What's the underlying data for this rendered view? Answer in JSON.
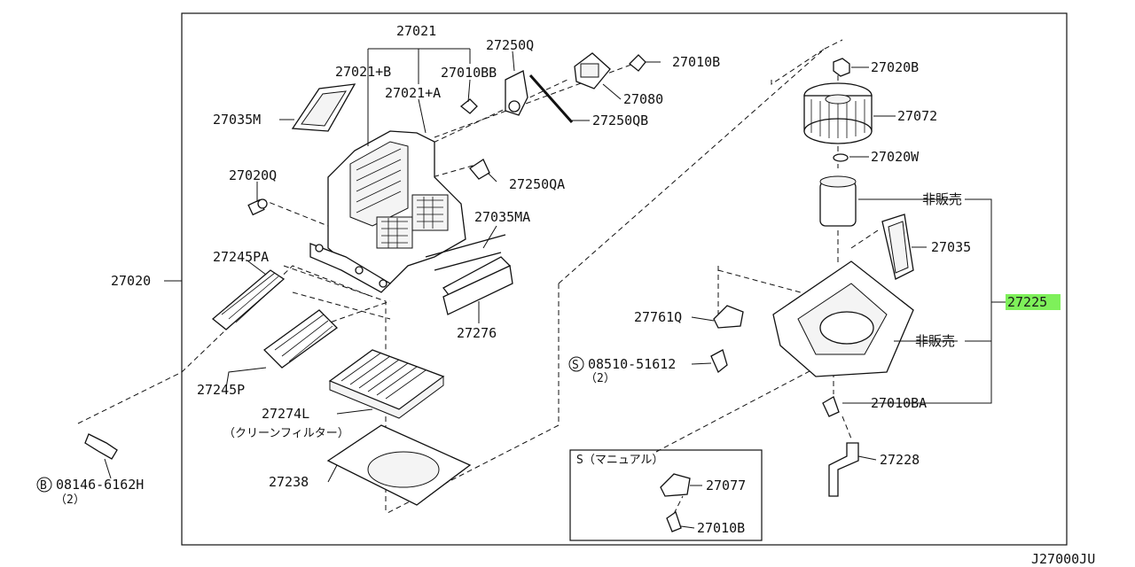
{
  "diagram_code": "J27000JU",
  "highlight_color": "#7ef05a",
  "labels": {
    "p27021": "27021",
    "p27021b": "27021+B",
    "p27021a": "27021+A",
    "p27010bb": "27010BB",
    "p27250q": "27250Q",
    "p27010b_top": "27010B",
    "p27080": "27080",
    "p27250qb": "27250QB",
    "p27035m": "27035M",
    "p27020q": "27020Q",
    "p27250qa": "27250QA",
    "p27035ma": "27035MA",
    "p27245pa": "27245PA",
    "p27020": "27020",
    "p27276": "27276",
    "p27245p": "27245P",
    "p27274l": "27274L",
    "p27274l_note": "（クリーンフィルター）",
    "p27238": "27238",
    "p08146": "08146-6162H",
    "p08146_prefix": "B",
    "p08146_qty": "（2）",
    "p27020b": "27020B",
    "p27072": "27072",
    "p27020w": "27020W",
    "not_for_sale_1": "非販売",
    "p27035": "27035",
    "p27225": "27225",
    "p27761q": "27761Q",
    "not_for_sale_2": "非販売",
    "p08510": "08510-51612",
    "p08510_prefix": "S",
    "p08510_qty": "（2）",
    "p27010ba": "27010BA",
    "p27228": "27228",
    "manual_box_title": "S（マニュアル）",
    "p27077": "27077",
    "p27010b_box": "27010B"
  }
}
